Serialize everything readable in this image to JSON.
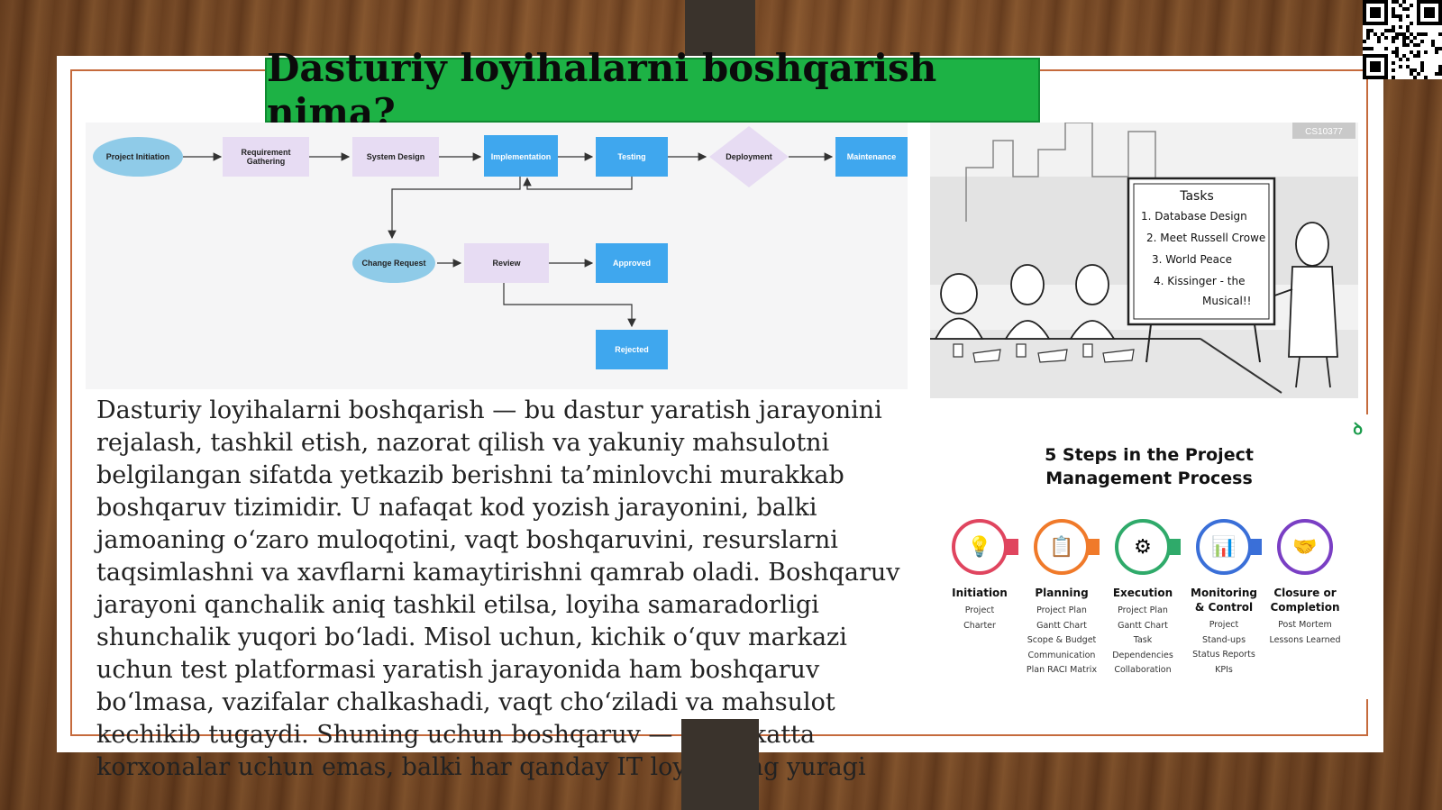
{
  "slide": {
    "title": "Dasturiy loyihalarni boshqarish nima?",
    "body": "Dasturiy loyihalarni boshqarish — bu dastur yaratish jarayonini rejalash, tashkil etish, nazorat qilish va yakuniy mahsulotni belgilangan sifatda yetkazib berishni ta’minlovchi murakkab boshqaruv tizimidir. U nafaqat kod yozish jarayonini, balki jamoaning o‘zaro muloqotini, vaqt boshqaruvini, resurslarni taqsimlashni va xavflarni kamaytirishni qamrab oladi. Boshqaruv jarayoni qanchalik aniq tashkil etilsa, loyiha samaradorligi shunchalik yuqori bo‘ladi. Misol uchun, kichik o‘quv markazi uchun test platformasi yaratish jarayonida ham boshqaruv bo‘lmasa, vazifalar chalkashadi, vaqt cho‘ziladi va mahsulot kechikib tugaydi. Shuning uchun boshqaruv — faqat katta korxonalar uchun emas, balki har qanday IT loyihaning yuragi"
  },
  "flowchart": {
    "nodes": {
      "project_initiation": "Project Initiation",
      "requirement_line1": "Requirement",
      "requirement_line2": "Gathering",
      "system_design": "System Design",
      "implementation": "Implementation",
      "testing": "Testing",
      "deployment": "Deployment",
      "maintenance": "Maintenance",
      "change_request": "Change Request",
      "review": "Review",
      "approved": "Approved",
      "rejected": "Rejected"
    }
  },
  "cartoon": {
    "board_title": "Tasks",
    "tasks": [
      "1. Database Design",
      "2. Meet Russell Crowe",
      "3. World Peace",
      "4. Kissinger - the",
      "Musical!!"
    ],
    "corner_label": "CS10377"
  },
  "steps_graphic": {
    "logo": "ꝺ",
    "title_line1": "5 Steps in the Project",
    "title_line2": "Management Process",
    "steps": [
      {
        "name": "Initiation",
        "items": "Project\nCharter",
        "color": "#e0455f",
        "icon": "💡"
      },
      {
        "name": "Planning",
        "items": "Project Plan\nGantt Chart\nScope & Budget\nCommunication\nPlan RACI Matrix",
        "color": "#f07a2a",
        "icon": "📋"
      },
      {
        "name": "Execution",
        "items": "Project Plan\nGantt Chart\nTask\nDependencies\nCollaboration",
        "color": "#2faa6a",
        "icon": "⚙"
      },
      {
        "name": "Monitoring\n& Control",
        "items": "Project\nStand-ups\nStatus Reports\nKPIs",
        "color": "#3a6fd8",
        "icon": "📊"
      },
      {
        "name": "Closure or\nCompletion",
        "items": "Post Mortem\nLessons Learned",
        "color": "#7a3fc4",
        "icon": "🤝"
      }
    ],
    "line_colors": [
      "#e0455f",
      "#f07a2a",
      "#2faa6a",
      "#3a6fd8"
    ]
  }
}
